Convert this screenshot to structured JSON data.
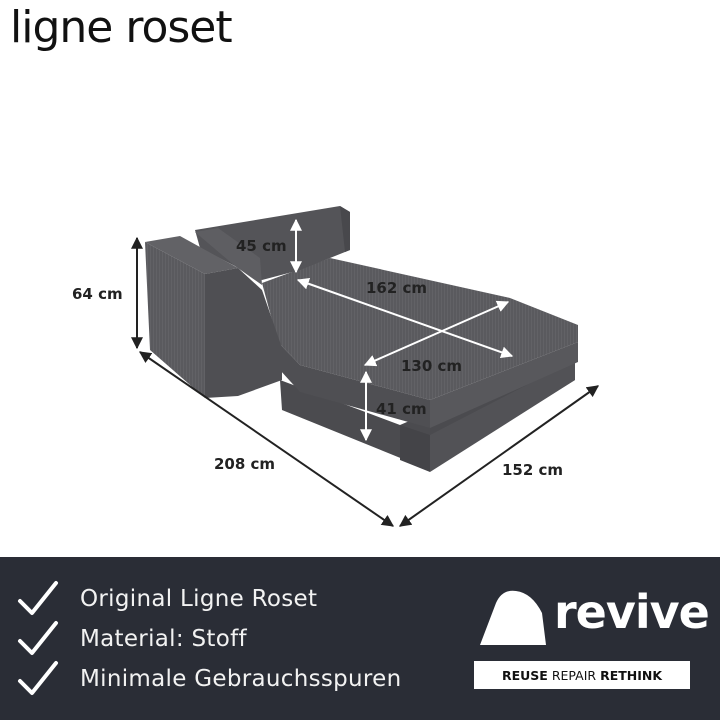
{
  "brand": {
    "name": "ligne roset"
  },
  "dimensions": {
    "height_total": "64 cm",
    "backrest_height": "45 cm",
    "seat_depth": "162 cm",
    "seat_width": "130 cm",
    "seat_height": "41 cm",
    "length": "208 cm",
    "width": "152 cm"
  },
  "features": [
    {
      "text": "Original Ligne Roset",
      "icon": "checkmark-icon"
    },
    {
      "text": "Material: Stoff",
      "icon": "checkmark-icon"
    },
    {
      "text": "Minimale Gebrauchsspuren",
      "icon": "checkmark-icon"
    }
  ],
  "logo": {
    "word": "revive",
    "tagline_reuse": "REUSE",
    "tagline_repair": "REPAIR",
    "tagline_rethink": "RETHINK"
  },
  "colors": {
    "panel": "#2a2d36",
    "fabric": "#5c5c60",
    "text_light": "#f2f2f2"
  }
}
